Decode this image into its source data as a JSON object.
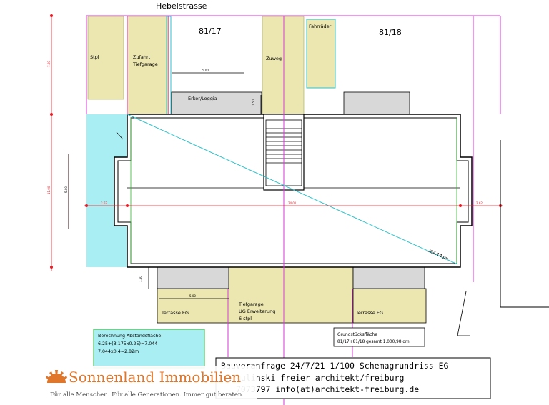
{
  "street": "Hebelstrasse",
  "parcels": {
    "left": "81/17",
    "right": "81/18"
  },
  "areas": {
    "stpl": "Stpl",
    "zufahrt": "Zufahrt\nTiefgarage",
    "zuweg": "Zuweg",
    "fahrraeder": "Fahrräder",
    "erker": "Erker/Loggia",
    "terrasse_left": "Terrasse EG",
    "terrasse_right": "Terrasse EG",
    "tiefgarage": "Tiefgarage\nUG Erweiterung\n6 stpl"
  },
  "dimensions": {
    "d500_top": "5.00",
    "d500_bottom": "5.00",
    "d150_top": "1.50",
    "d150_bottom": "1.50",
    "d2401": "24.01",
    "d262_left": "2.62",
    "d262_right": "2.62",
    "d1100": "11.00",
    "d700": "7.00",
    "d500_left": "5.00",
    "diag": "284.14qm"
  },
  "calc_box": {
    "title": "Berechnung Abstandsfläche:",
    "line1": "6.25+(3.175x0.25)=7.044",
    "line2": "7.044x0.4=2.82m"
  },
  "plot_box": {
    "title": "Grundstücksfläche",
    "line1": "81/17+81/18 gesamt 1.000,98 qm"
  },
  "title_block": {
    "line1": "Bauvoranfrage  24/7/21 1/100 Schemagrundriss EG",
    "line2": "kulinski freier architekt/freiburg",
    "line3": "7073797    info(at)architekt-freiburg.de"
  },
  "watermark": {
    "brand": "Sonnenland Immobilien",
    "slogan": "Für alle Menschen. Für alle Generationen. Immer gut beraten."
  },
  "colors": {
    "beige": "#ece7b0",
    "cyan": "#a8eef2",
    "magenta": "#d63ad6",
    "red": "#e0202a",
    "green": "#34b234",
    "grey": "#d8d8d8",
    "brand": "#e0762a"
  }
}
